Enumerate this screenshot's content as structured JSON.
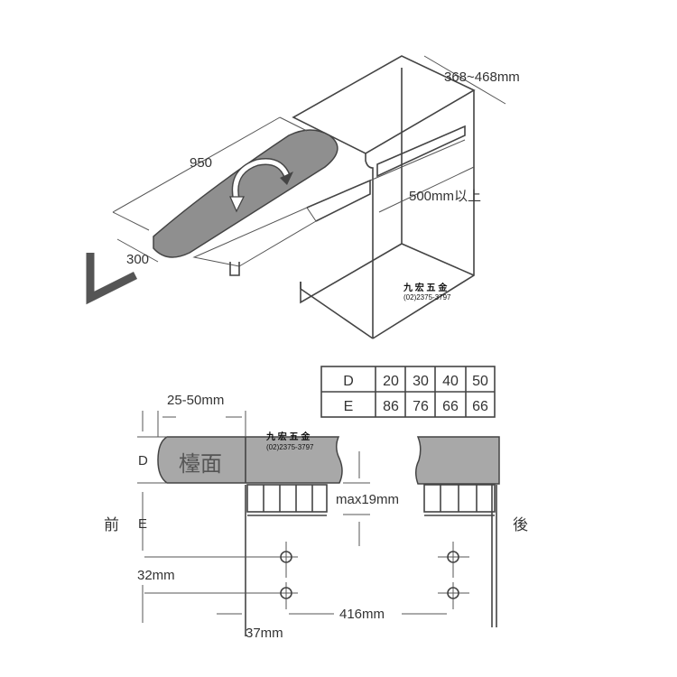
{
  "top_view": {
    "board_length": "950",
    "board_width": "300",
    "cabinet_depth": "368~468mm",
    "cabinet_height": "500mm以上",
    "watermark_name": "九 宏 五 金",
    "watermark_phone": "(02)2375-3797"
  },
  "section_view": {
    "overhang": "25-50mm",
    "countertop_label": "檯面",
    "d_label": "D",
    "e_label": "E",
    "front_label": "前",
    "back_label": "後",
    "max_gap": "max19mm",
    "hole_offset_vertical": "32mm",
    "hole_offset_front": "37mm",
    "hole_spacing": "416mm",
    "watermark_name": "九 宏 五 金",
    "watermark_phone": "(02)2375-3797"
  },
  "table": {
    "rows": [
      {
        "label": "D",
        "values": [
          "20",
          "30",
          "40",
          "50"
        ]
      },
      {
        "label": "E",
        "values": [
          "86",
          "76",
          "66",
          "66"
        ]
      }
    ]
  },
  "colors": {
    "board": "#8f8f8f",
    "countertop": "#a8a8a8",
    "line": "#444444"
  }
}
